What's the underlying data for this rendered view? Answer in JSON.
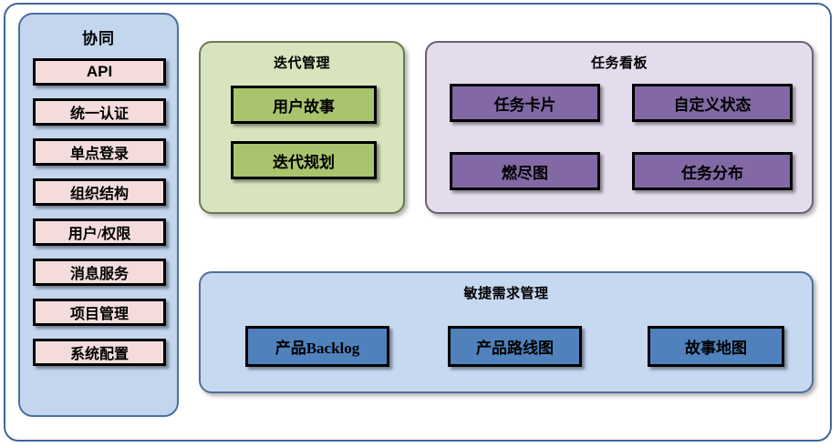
{
  "sidebar": {
    "title": "协同",
    "items": [
      {
        "label": "API",
        "style": "bold"
      },
      {
        "label": "统一认证",
        "style": "serif"
      },
      {
        "label": "单点登录",
        "style": "serif"
      },
      {
        "label": "组织结构",
        "style": "serif"
      },
      {
        "label": "用户/权限",
        "style": "serif"
      },
      {
        "label": "消息服务",
        "style": "serif"
      },
      {
        "label": "项目管理",
        "style": "serif"
      },
      {
        "label": "系统配置",
        "style": "serif"
      }
    ],
    "colors": {
      "background": "#c3d6ee",
      "border": "#4a709f",
      "item_background": "#f4dcdc"
    }
  },
  "panels": {
    "iteration": {
      "title": "迭代管理",
      "colors": {
        "background": "#d7e4bd",
        "border": "#6b7a52",
        "leaf": "#a9c46c"
      },
      "items": [
        {
          "label": "用户故事"
        },
        {
          "label": "迭代规划"
        }
      ]
    },
    "taskboard": {
      "title": "任务看板",
      "colors": {
        "background": "#e4dced",
        "border": "#6a5f77",
        "leaf": "#8268a4"
      },
      "items": [
        {
          "label": "任务卡片"
        },
        {
          "label": "自定义状态"
        },
        {
          "label": "燃尽图"
        },
        {
          "label": "任务分布"
        }
      ]
    },
    "agile": {
      "title": "敏捷需求管理",
      "colors": {
        "background": "#c6d9f1",
        "border": "#4f6f9a",
        "leaf": "#4f81bd"
      },
      "items": [
        {
          "label": "产品Backlog"
        },
        {
          "label": "产品路线图"
        },
        {
          "label": "故事地图"
        }
      ]
    }
  },
  "frame": {
    "border_color": "#3f6699",
    "background": "#ffffff"
  }
}
